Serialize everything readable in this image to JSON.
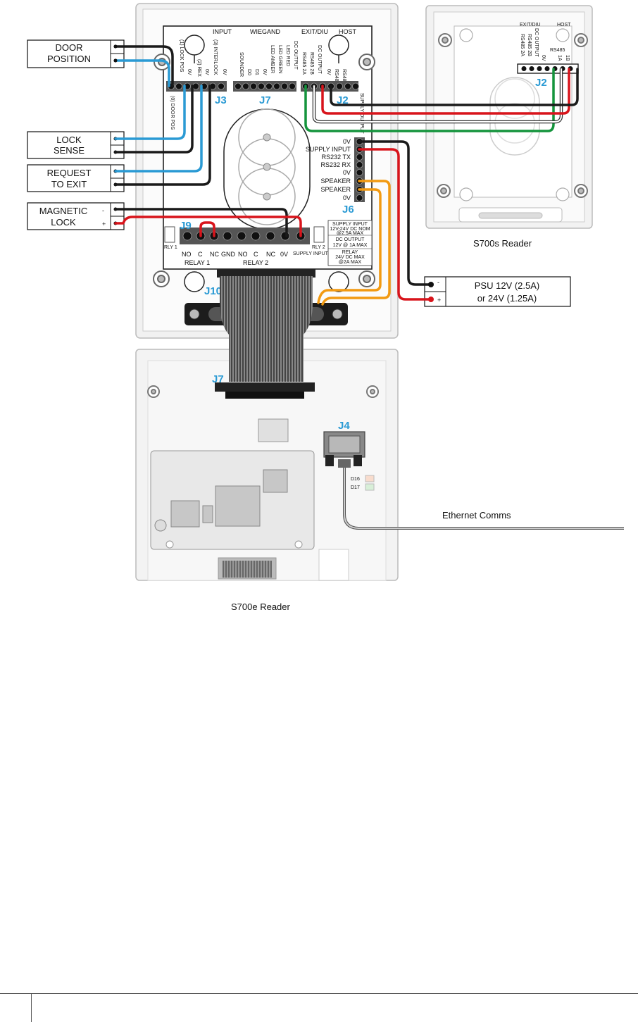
{
  "external_devices": {
    "door_position": [
      "DOOR",
      "POSITION"
    ],
    "lock_sense": [
      "LOCK",
      "SENSE"
    ],
    "request_to_exit": [
      "REQUEST",
      "TO EXIT"
    ],
    "magnetic_lock": [
      "MAGNETIC",
      "LOCK"
    ],
    "mag_minus": "-",
    "mag_plus": "+"
  },
  "s700e_controller": {
    "header_labels": [
      "INPUT",
      "WIEGAND",
      "EXIT/DIU",
      "HOST"
    ],
    "j3_pins": [
      "(1) LOCK POS",
      "0V",
      "(2) REX",
      "0V",
      "(3) INTERLOCK",
      "0V"
    ],
    "j3_bottom": "(0) DOOR POS",
    "j7_pins": [
      "SOUNDER",
      "D0",
      "D1",
      "0V",
      "LED AMBER",
      "LED GREEN",
      "LED RED",
      "DC OUTPUT"
    ],
    "j2_pins": [
      "RS485 2A",
      "RS485 2B",
      "DC OUTPUT",
      "0V",
      "RS485 1A",
      "RS485 1B"
    ],
    "j2_side": "SUPPLY OUTPUT",
    "j6_pins": [
      "0V",
      "SUPPLY INPUT",
      "RS232 TX",
      "RS232 RX",
      "0V",
      "SPEAKER",
      "SPEAKER",
      "0V"
    ],
    "j9_bottom": [
      "NO",
      "C",
      "NC",
      "GND",
      "NO",
      "C",
      "NC",
      "0V",
      "SUPPLY INPUT"
    ],
    "relay_labels": [
      "RELAY 1",
      "RELAY 2"
    ],
    "rly_labels": [
      "RLY 1",
      "RLY 2"
    ],
    "spec_box": [
      "SUPPLY INPUT",
      "12V-24V DC NOM",
      "@2.5A MAX",
      "DC OUTPUT",
      "12V @ 1A MAX",
      "RELAY",
      "24V DC MAX",
      "@2A MAX"
    ],
    "connector_labels": [
      "J3",
      "J7",
      "J2",
      "J6",
      "J9",
      "J10"
    ]
  },
  "s700s_reader": {
    "header_labels": [
      "EXIT/DIU",
      "HOST",
      "RS485",
      "1B",
      "1A",
      "0V",
      "DC OUTPUT",
      "RS485 2B",
      "RS485 2A"
    ],
    "connector_label": "J2",
    "caption": "S700s Reader"
  },
  "psu": {
    "line1": "PSU 12V (2.5A)",
    "line2": "or 24V (1.25A)",
    "minus": "-",
    "plus": "+"
  },
  "s700e_reader": {
    "connector_j7": "J7",
    "connector_j4": "J4",
    "leds": [
      "D16",
      "D17"
    ],
    "ethernet_label": "Ethernet Comms",
    "caption": "S700e Reader"
  },
  "colors": {
    "wire_black": "#1a1a1a",
    "wire_blue": "#2a9ad4",
    "wire_red": "#d8141b",
    "wire_green": "#14943c",
    "wire_orange": "#f29a12",
    "connector_blue_text": "#2a9ad4"
  }
}
